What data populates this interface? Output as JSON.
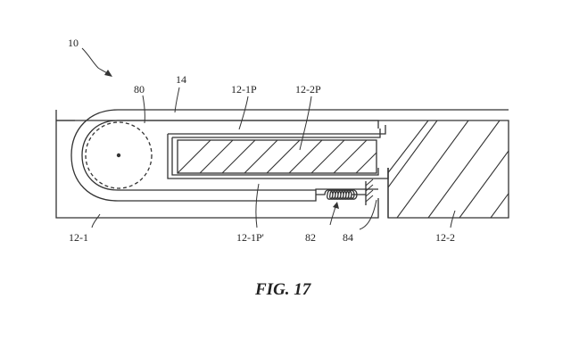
{
  "labels": {
    "device": "10",
    "roller": "80",
    "layer": "14",
    "panel_top": "12-1P",
    "panel_second": "12-2P",
    "panel_bottom": "12-1P'",
    "spring": "82",
    "anchor": "84",
    "housing_left": "12-1",
    "housing_right": "12-2"
  },
  "figure": {
    "caption": "FIG. 17"
  }
}
